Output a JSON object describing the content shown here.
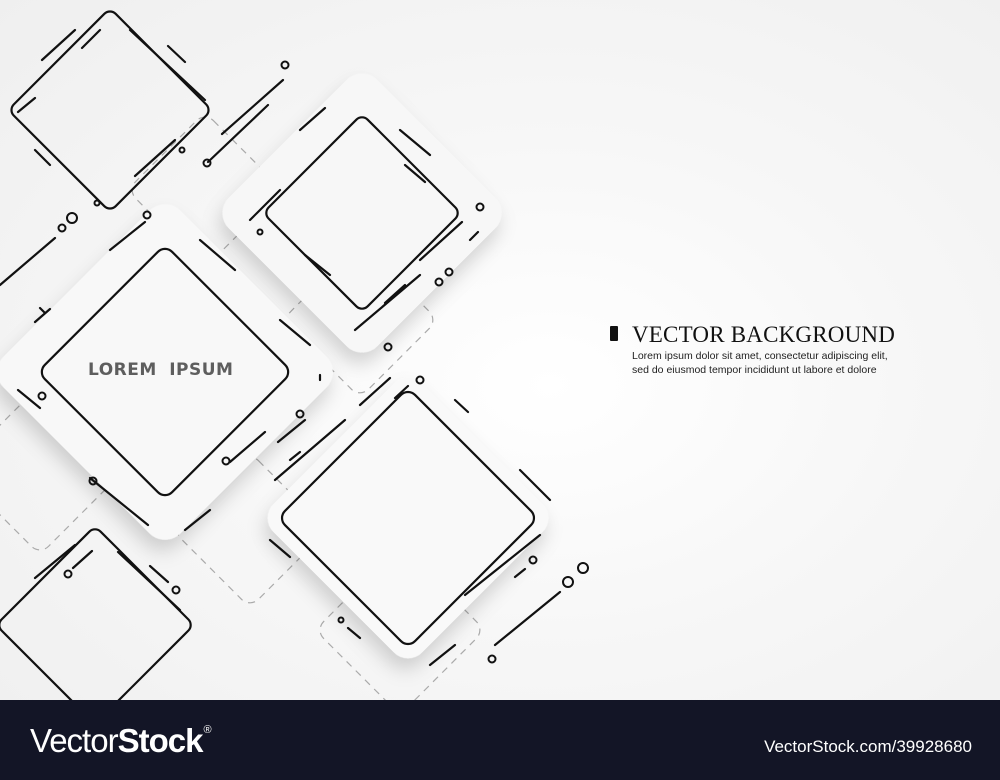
{
  "card": {
    "label": "LOREM IPSUM"
  },
  "headline": {
    "title": "VECTOR BACKGROUND",
    "line1": "Lorem ipsum dolor sit amet, consectetur adipiscing elit,",
    "line2": "sed do eiusmod tempor incididunt ut labore et dolore"
  },
  "footer": {
    "logo_thin": "Vector",
    "logo_bold": "Stock",
    "logo_reg": "®",
    "url": "VectorStock.com/39928680"
  },
  "colors": {
    "background": "#f2f2f2",
    "line": "#111111",
    "dash": "#aaaaaa",
    "footer": "#131526",
    "label": "#5e5e5e"
  },
  "icons": [
    "diamond-frame",
    "circle-node",
    "dashed-square"
  ]
}
